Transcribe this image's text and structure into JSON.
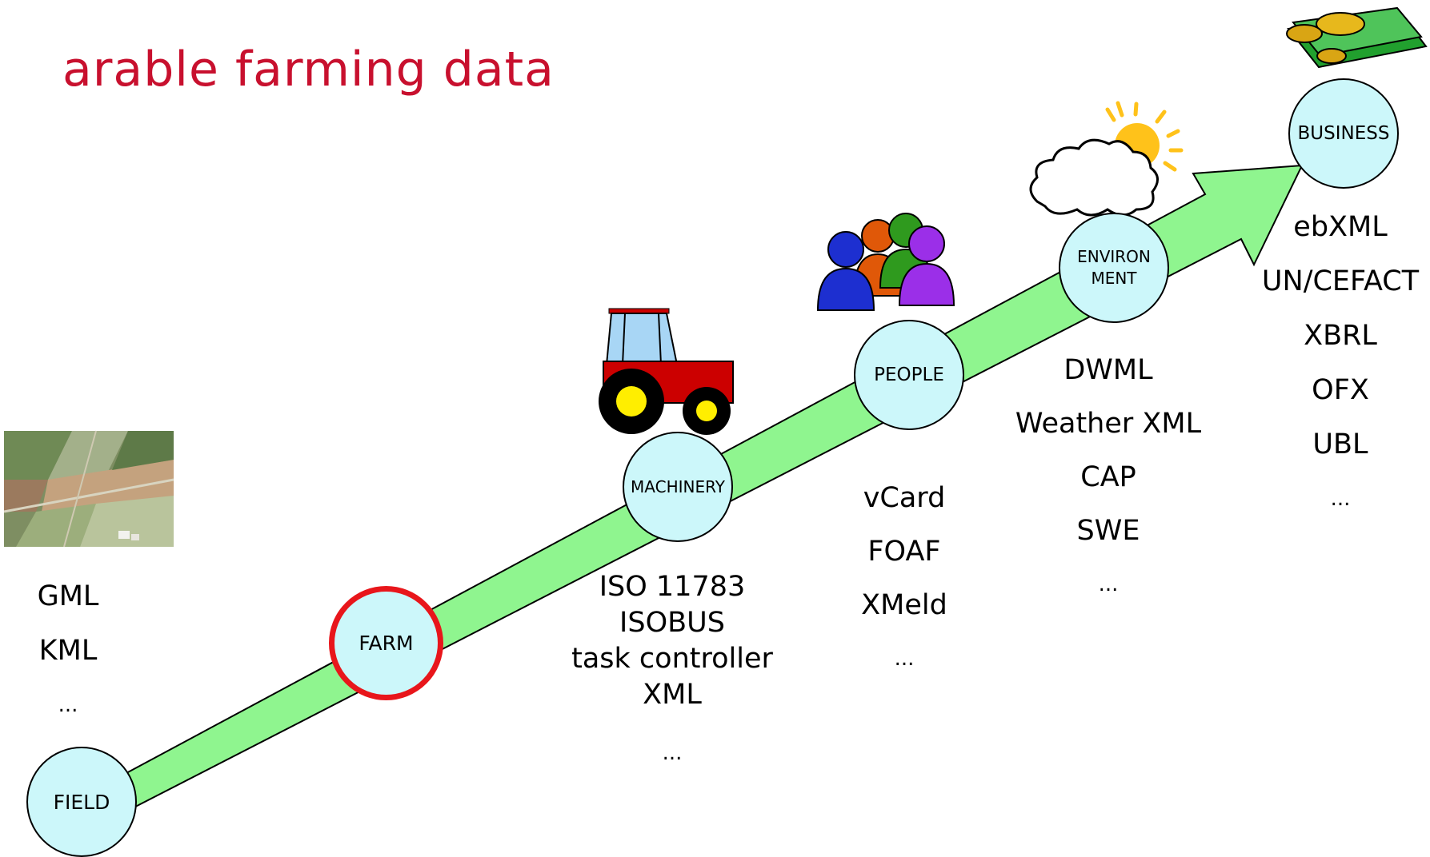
{
  "title": "arable farming data",
  "colors": {
    "title": "#c8102e",
    "arrow_fill": "#8ff58f",
    "node_fill": "#ccf7fa",
    "highlight_ring": "#e8161b"
  },
  "nodes": {
    "field": "FIELD",
    "farm": "FARM",
    "machinery": "MACHINERY",
    "people": "PEOPLE",
    "environment_line1": "ENVIRON",
    "environment_line2": "MENT",
    "business": "BUSINESS"
  },
  "highlighted_node": "farm",
  "field_formats": [
    "GML",
    "KML",
    "..."
  ],
  "machinery_formats": [
    "ISO 11783",
    "ISOBUS",
    "task controller",
    "XML",
    "..."
  ],
  "people_formats": [
    "vCard",
    "FOAF",
    "XMeld",
    "..."
  ],
  "environment_formats": [
    "DWML",
    "Weather XML",
    "CAP",
    "SWE",
    "..."
  ],
  "business_formats": [
    "ebXML",
    "UN/CEFACT",
    "XBRL",
    "OFX",
    "UBL",
    "..."
  ],
  "icons": [
    "aerial-field-photo",
    "tractor-icon",
    "people-group-icon",
    "weather-icon",
    "money-icon"
  ]
}
